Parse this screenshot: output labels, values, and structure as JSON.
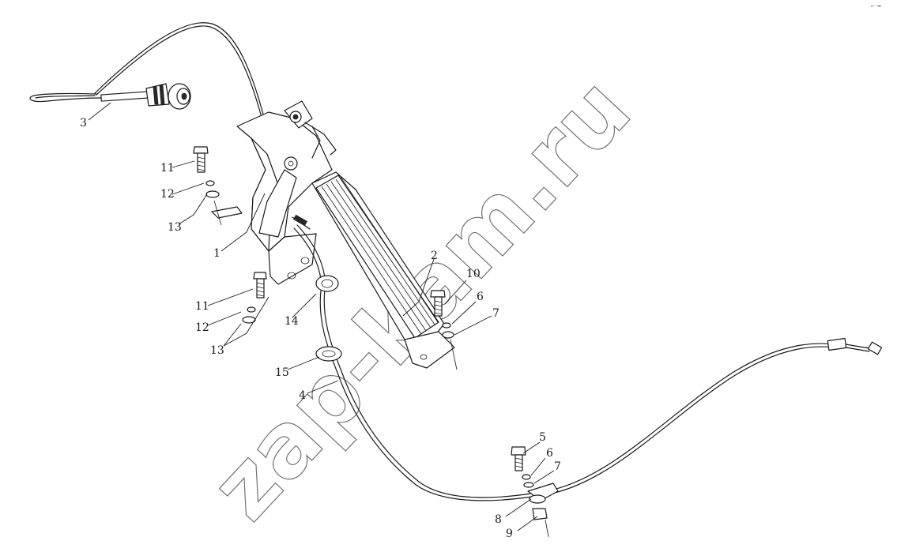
{
  "watermark": "zap-kam.ru",
  "corner_mark": "⌐ ━",
  "callouts": {
    "c1": "1",
    "c2": "2",
    "c3": "3",
    "c4": "4",
    "c5": "5",
    "c6a": "6",
    "c6b": "6",
    "c7a": "7",
    "c7b": "7",
    "c8": "8",
    "c9": "9",
    "c10": "10",
    "c11a": "11",
    "c11b": "11",
    "c12a": "12",
    "c12b": "12",
    "c13a": "13",
    "c13b": "13",
    "c14": "14",
    "c15": "15"
  }
}
